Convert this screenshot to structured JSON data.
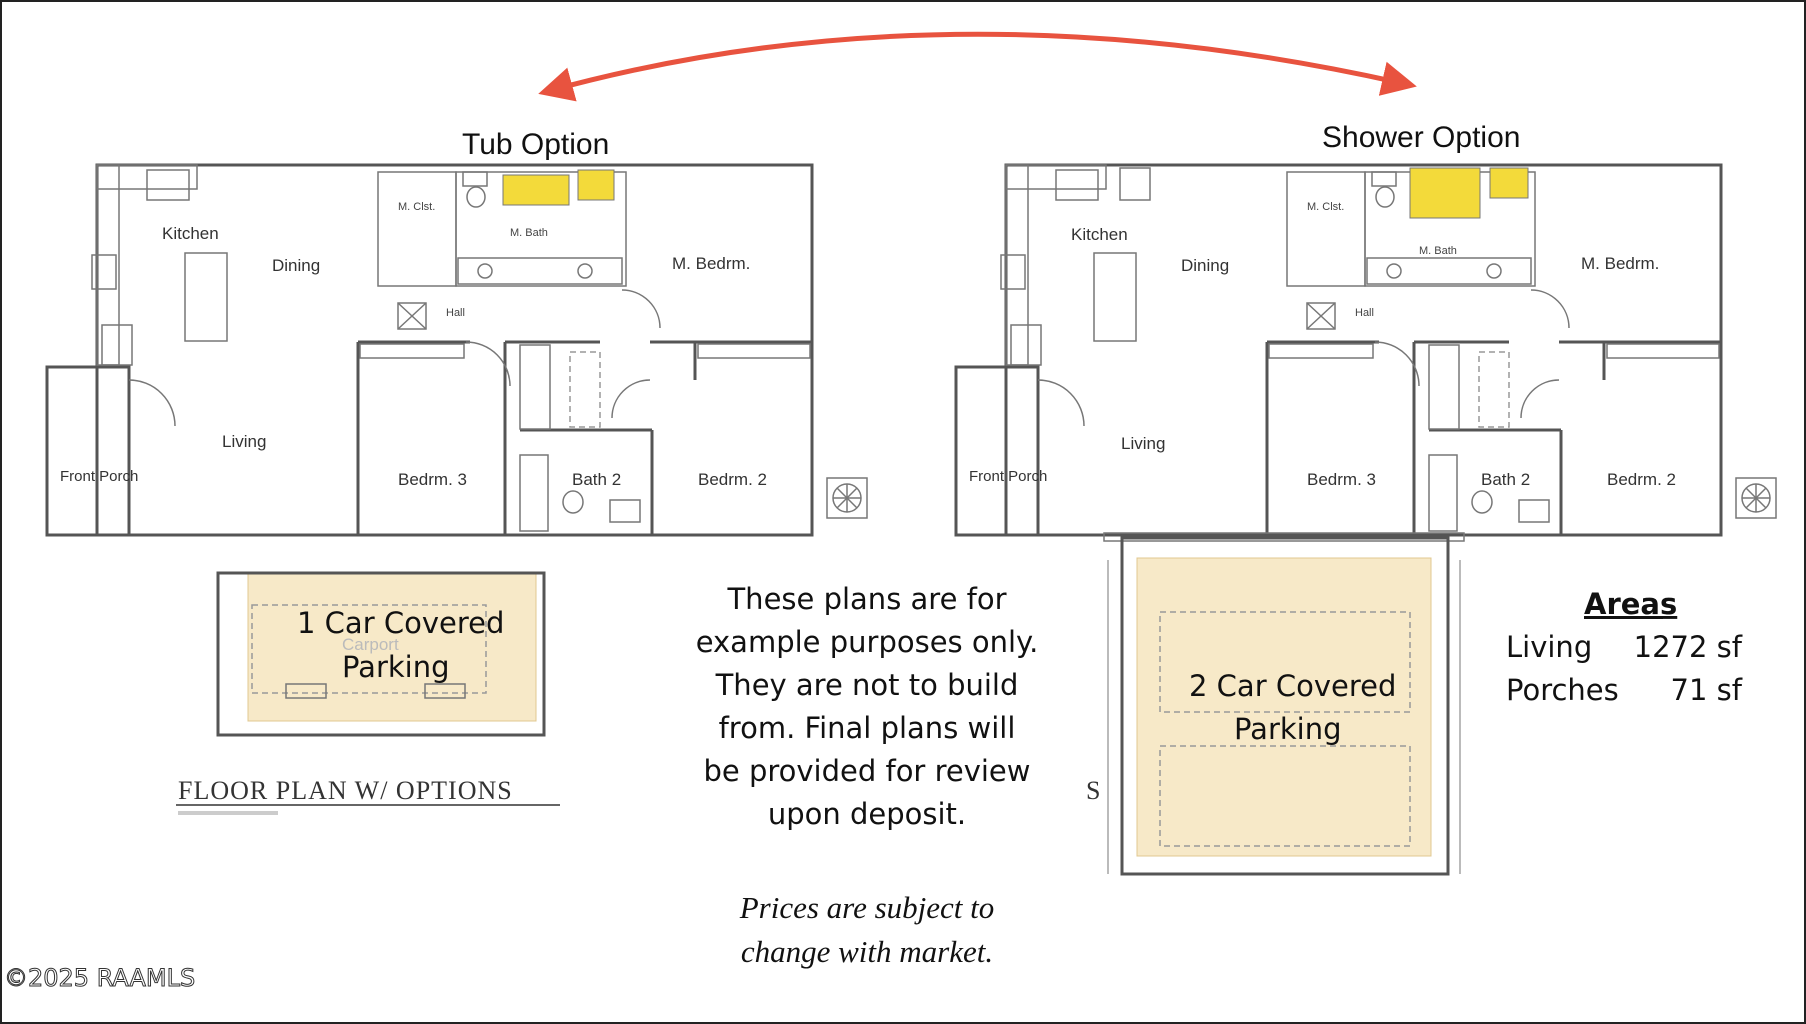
{
  "options": {
    "tub_title": "Tub Option",
    "shower_title": "Shower Option"
  },
  "tub_plan": {
    "rooms": {
      "kitchen": "Kitchen",
      "dining": "Dining",
      "m_clst": "M. Clst.",
      "m_bath": "M. Bath",
      "m_bedrm": "M. Bedrm.",
      "hall": "Hall",
      "living": "Living",
      "front_porch": "Front Porch",
      "bedrm3": "Bedrm. 3",
      "bath2": "Bath 2",
      "bedrm2": "Bedrm. 2",
      "carport": "Carport"
    },
    "parking_line1": "1 Car Covered",
    "parking_line2": "Parking",
    "caption": "FLOOR PLAN W/ OPTIONS"
  },
  "shower_plan": {
    "rooms": {
      "kitchen": "Kitchen",
      "dining": "Dining",
      "m_clst": "M. Clst.",
      "m_bath": "M. Bath",
      "m_bedrm": "M. Bedrm.",
      "hall": "Hall",
      "living": "Living",
      "front_porch": "Front Porch",
      "bedrm3": "Bedrm. 3",
      "bath2": "Bath 2",
      "bedrm2": "Bedrm. 2"
    },
    "parking_line1": "2 Car Covered",
    "parking_line2": "Parking",
    "caption_fragment": "S"
  },
  "disclaimer": {
    "lines": [
      "These plans are for",
      "example purposes only.",
      "They are not to build",
      "from.  Final plans will",
      "be provided for review",
      "upon deposit."
    ],
    "price_note_lines": [
      "Prices are subject to",
      "change with market."
    ]
  },
  "areas": {
    "heading": "Areas",
    "rows": [
      {
        "label": "Living",
        "value": "1272 sf"
      },
      {
        "label": "Porches",
        "value": "71 sf"
      }
    ]
  },
  "copyright": "©2025 RAAMLS",
  "colors": {
    "arrow": "#e8533f",
    "parking_fill": "#f7e9c8",
    "fixture_yellow": "#f3da3a",
    "wall": "#555555"
  },
  "icons": {
    "compass": "compass-rose-icon",
    "arrow": "double-arrow-icon"
  }
}
